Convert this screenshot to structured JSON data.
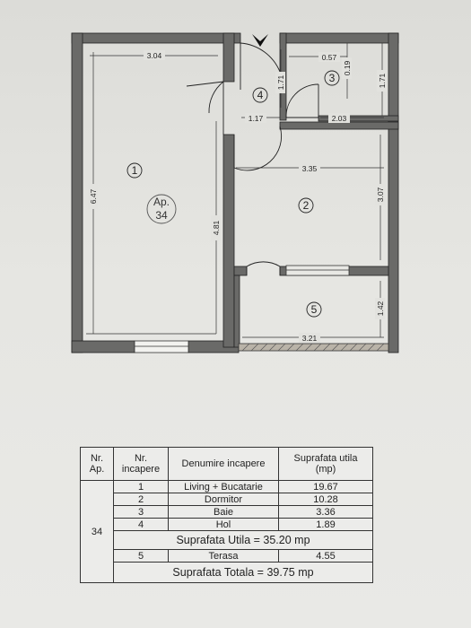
{
  "plan": {
    "rooms": [
      {
        "id": "1",
        "label": "1"
      },
      {
        "id": "2",
        "label": "2"
      },
      {
        "id": "3",
        "label": "3"
      },
      {
        "id": "4",
        "label": "4"
      },
      {
        "id": "5",
        "label": "5"
      }
    ],
    "apartment_label": {
      "prefix": "Ap.",
      "number": "34"
    },
    "dimensions": {
      "living_width": "3.04",
      "living_length": "6.47",
      "living_inner": "4.81",
      "baie_width": "0.57",
      "baie_small": "0.19",
      "baie_height": "1.71",
      "hol_height": "1.71",
      "hol_width": "1.17",
      "baie_bottom_width": "2.03",
      "dormitor_width": "3.35",
      "dormitor_length": "3.07",
      "terasa_depth": "1.42",
      "terasa_width": "3.21"
    }
  },
  "table": {
    "headers": {
      "nr_ap": "Nr.\nAp.",
      "nr_incapere": "Nr.\nincapere",
      "denumire": "Denumire incapere",
      "suprafata": "Suprafata utila\n(mp)"
    },
    "apartment": "34",
    "rows": [
      {
        "nr": "1",
        "name": "Living + Bucatarie",
        "area": "19.67"
      },
      {
        "nr": "2",
        "name": "Dormitor",
        "area": "10.28"
      },
      {
        "nr": "3",
        "name": "Baie",
        "area": "3.36"
      },
      {
        "nr": "4",
        "name": "Hol",
        "area": "1.89"
      }
    ],
    "suprafata_utila": "Suprafata Utila =  35.20  mp",
    "terasa": {
      "nr": "5",
      "name": "Terasa",
      "area": "4.55"
    },
    "suprafata_totala": "Suprafata Totala =  39.75  mp"
  }
}
